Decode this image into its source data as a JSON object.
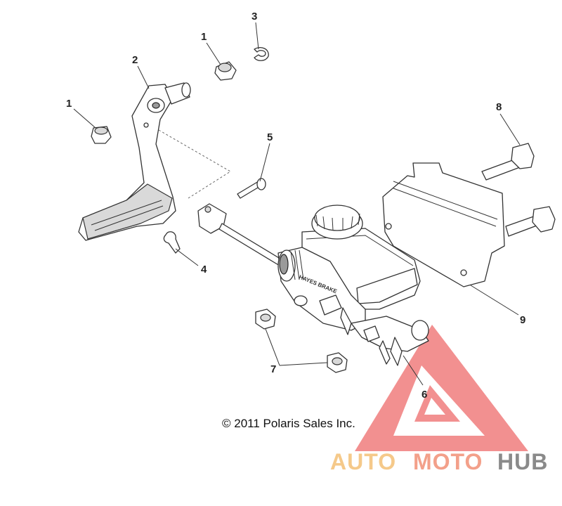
{
  "callouts": {
    "c1a": "1",
    "c1b": "1",
    "c2": "2",
    "c3": "3",
    "c4": "4",
    "c5": "5",
    "c6": "6",
    "c7": "7",
    "c8": "8",
    "c9": "9"
  },
  "master_cylinder_body_text": "HAYES BRAKE",
  "copyright": "© 2011 Polaris Sales Inc.",
  "watermark": {
    "auto": "AUTO",
    "moto": "MOTO",
    "hub": "HUB"
  },
  "colors": {
    "watermark_red": "#ee6b6b",
    "watermark_orange": "#f5c98a",
    "watermark_grey": "#8a8a8a"
  }
}
